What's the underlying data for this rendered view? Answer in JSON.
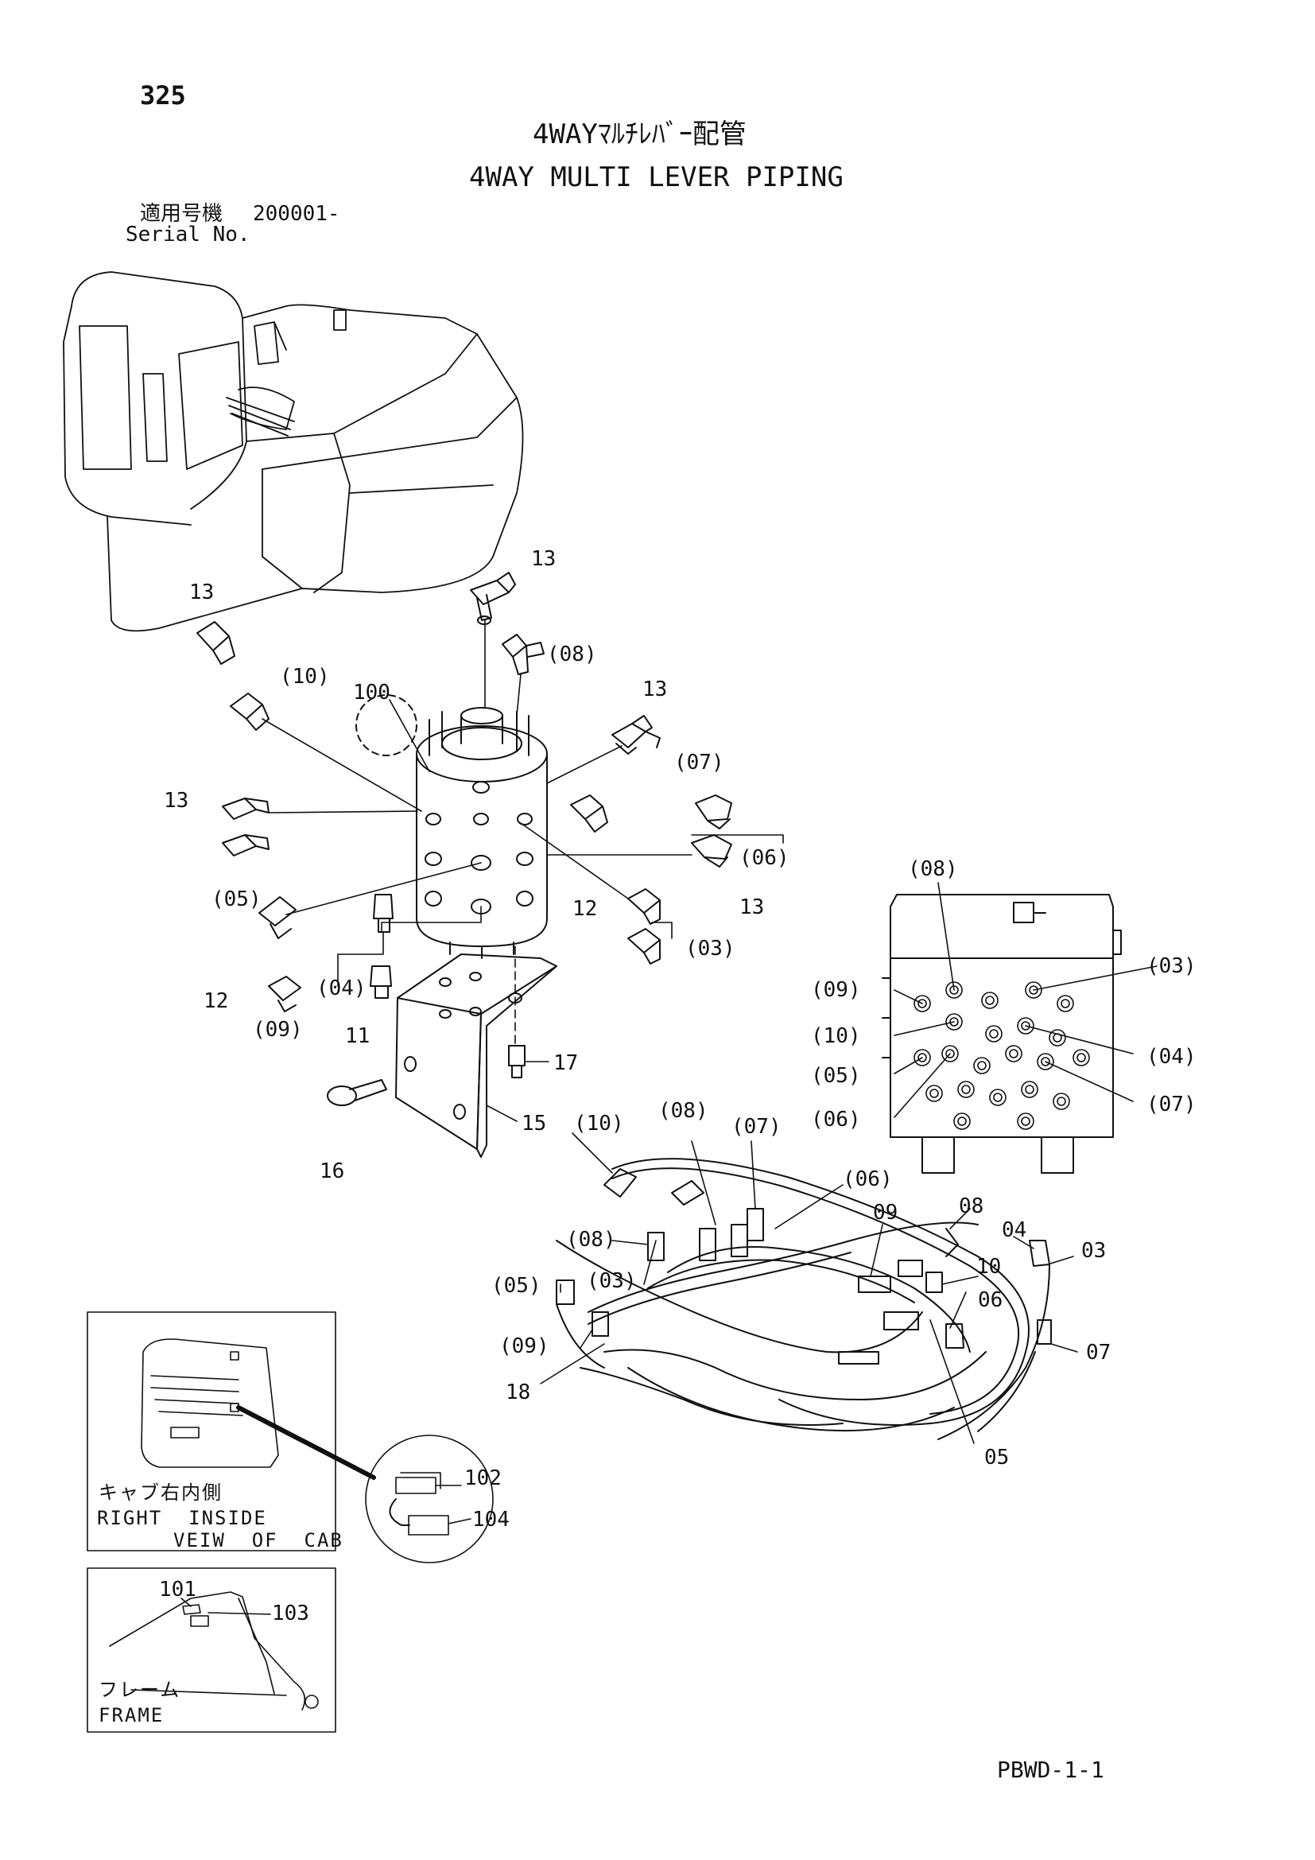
{
  "page": {
    "number": "325",
    "footer_code": "PBWD-1-1"
  },
  "title": {
    "jp": "4WAYﾏﾙﾁﾚﾊﾞｰ配管",
    "en": "4WAY MULTI LEVER PIPING"
  },
  "serial": {
    "label_jp": "適用号機",
    "value": "200001-",
    "label_en": "Serial No."
  },
  "callouts": {
    "c13a": "13",
    "c13b": "13",
    "c13c": "13",
    "c13d": "13",
    "c13e": "13",
    "c08a": "(08)",
    "c10a": "(10)",
    "c100": "100",
    "c07a": "(07)",
    "c05a": "(05)",
    "c06a": "(06)",
    "c12a": "12",
    "c03a": "(03)",
    "c04a": "(04)",
    "c12b": "12",
    "c09a": "(09)",
    "c11": "11",
    "c17": "17",
    "c15": "15",
    "c16": "16",
    "v08": "(08)",
    "v03": "(03)",
    "v09": "(09)",
    "v10": "(10)",
    "v04": "(04)",
    "v05": "(05)",
    "v06": "(06)",
    "v07": "(07)",
    "h10": "(10)",
    "h08": "(08)",
    "h07": "(07)",
    "h06": "(06)",
    "h08b": "(08)",
    "h09": "09",
    "h08c": "08",
    "h04": "04",
    "h03": "03",
    "h05": "(05)",
    "h03b": "(03)",
    "h10b": "10",
    "h06b": "06",
    "h09b": "(09)",
    "h07b": "07",
    "h18": "18",
    "h05b": "05",
    "c102": "102",
    "c104": "104",
    "c101": "101",
    "c103": "103"
  },
  "inset_cab": {
    "caption_jp": "キャブ右内側",
    "caption_en_1": "RIGHT  INSIDE",
    "caption_en_2": "VEIW  OF  CAB"
  },
  "inset_frame": {
    "caption_jp": "フレーム",
    "caption_en": "FRAME"
  }
}
